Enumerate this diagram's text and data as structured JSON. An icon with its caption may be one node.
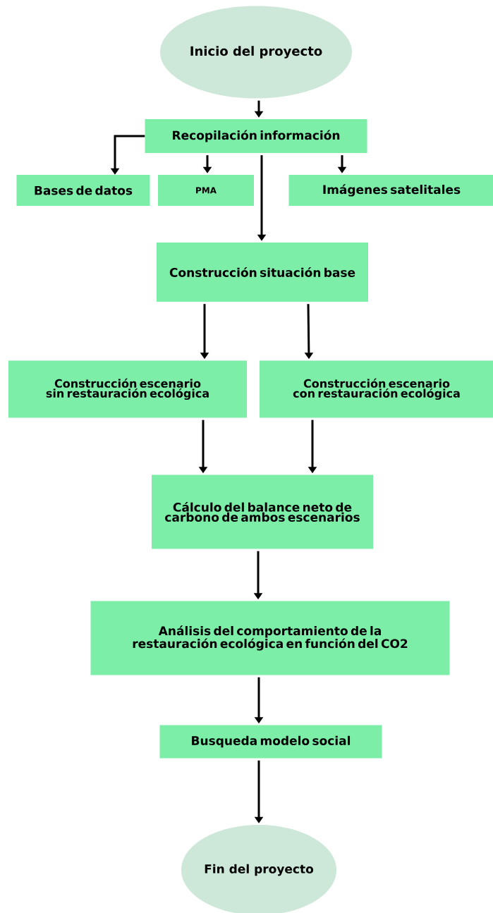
{
  "diagram": {
    "nodes": [
      {
        "text": [
          "Inicio del proyecto"
        ]
      },
      {
        "text": [
          "Recopilación información"
        ]
      },
      {
        "text": [
          "Bases de datos"
        ]
      },
      {
        "text": [
          "PMA"
        ]
      },
      {
        "text": [
          "Imágenes satelitales"
        ]
      },
      {
        "text": [
          "Construcción situación base"
        ]
      },
      {
        "text": [
          "Construcción escenario sin restauración ecológica"
        ]
      },
      {
        "text": [
          "Construcción escenario con restauración ecológica"
        ]
      },
      {
        "text": [
          "Cálculo del balance neto de carbono de ambos escenarios"
        ]
      },
      {
        "text": [
          "Análisis del comportamiento de la restauración ecológica en función del CO2"
        ]
      },
      {
        "text": [
          "Busqueda modelo social"
        ]
      },
      {
        "text": [
          "Fin del proyecto"
        ]
      }
    ],
    "edges": [
      {
        "from": 0,
        "to": 1,
        "arrow": "to"
      },
      {
        "from": 1,
        "to": 2,
        "arrow": "to"
      },
      {
        "from": 1,
        "to": 3,
        "arrow": "to"
      },
      {
        "from": 1,
        "to": 4,
        "arrow": "to"
      },
      {
        "from": 1,
        "to": 5,
        "arrow": "to"
      },
      {
        "from": 5,
        "to": 6,
        "arrow": "to"
      },
      {
        "from": 5,
        "to": 7,
        "arrow": "to"
      },
      {
        "from": 6,
        "to": 8,
        "arrow": "to"
      },
      {
        "from": 7,
        "to": 8,
        "arrow": "to"
      },
      {
        "from": 8,
        "to": 9,
        "arrow": "to"
      },
      {
        "from": 9,
        "to": 10,
        "arrow": "to"
      },
      {
        "from": 10,
        "to": 11,
        "arrow": "to"
      }
    ]
  }
}
